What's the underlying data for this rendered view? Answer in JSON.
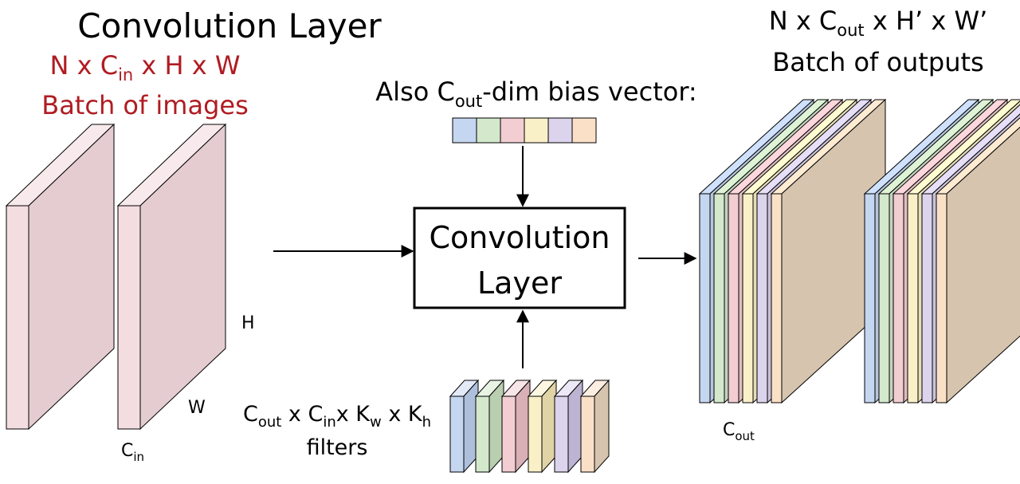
{
  "title": "Convolution Layer",
  "input": {
    "dims": {
      "n": "N x C",
      "sub": "in",
      "rest": " x H x W"
    },
    "caption": "Batch of images",
    "h_label": "H",
    "w_label": "W",
    "c_label": {
      "base": "C",
      "sub": "in"
    }
  },
  "bias": {
    "label": {
      "pre": "Also C",
      "sub": "out",
      "post": "-dim bias vector:"
    }
  },
  "layer_box": {
    "line1": "Convolution",
    "line2": "Layer"
  },
  "filters": {
    "dims": {
      "c1": "C",
      "c1sub": "out",
      "x1": " x C",
      "c2sub": "in",
      "x2": "x K",
      "k1sub": "w",
      "x3": " x K",
      "k2sub": "h"
    },
    "caption": "filters"
  },
  "output": {
    "dims": {
      "pre": "N x C",
      "sub": "out",
      "post": " x H’ x W’"
    },
    "caption": "Batch of outputs",
    "c_label": {
      "base": "C",
      "sub": "out"
    }
  },
  "colors": {
    "input_front": "#f4dde0",
    "input_top": "#f8eaec",
    "input_side": "#e4ccd0",
    "red_text": "#b01c22",
    "channel_palette": [
      "#c5d6f0",
      "#d4e8cc",
      "#f2cdd2",
      "#faf0c8",
      "#dcd3ec",
      "#fbe0c8"
    ],
    "output_face": "#d6c4ae"
  }
}
